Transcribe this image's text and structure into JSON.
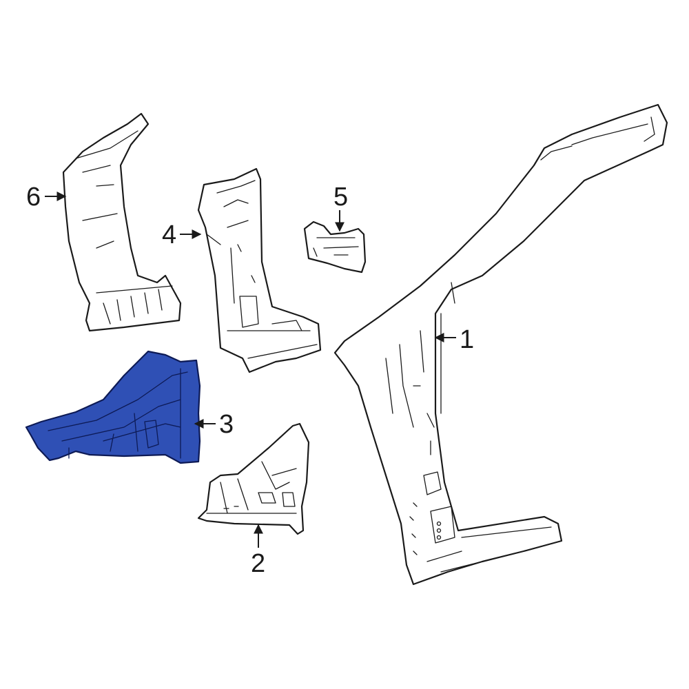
{
  "diagram": {
    "callouts": [
      {
        "id": "1",
        "text": "1"
      },
      {
        "id": "2",
        "text": "2"
      },
      {
        "id": "3",
        "text": "3"
      },
      {
        "id": "4",
        "text": "4"
      },
      {
        "id": "5",
        "text": "5"
      },
      {
        "id": "6",
        "text": "6"
      }
    ],
    "highlighted_part": "3",
    "colors": {
      "highlight_fill": "#2f50b5",
      "outline": "#1a1a1a",
      "background": "#ffffff"
    }
  }
}
